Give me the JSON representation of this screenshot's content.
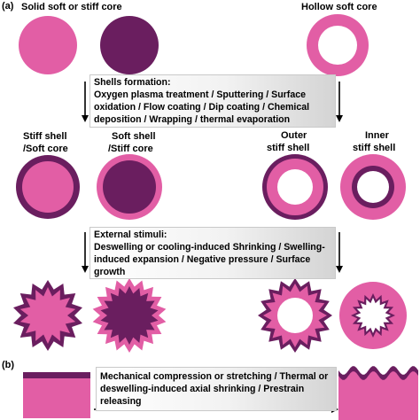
{
  "colors": {
    "soft": "#e25ea5",
    "stiff": "#6a1e5f",
    "white": "#ffffff",
    "arrow": "#000000"
  },
  "panel_a": {
    "label": "(a)",
    "top_left_label": "Solid soft or stiff core",
    "top_right_label": "Hollow soft core",
    "shells_formation": {
      "lines": [
        "Shells formation:",
        "Oxygen plasma treatment / Sputtering / Surface",
        "oxidation / Flow coating / Dip coating / Chemical",
        "deposition / Wrapping / thermal evaporation"
      ]
    },
    "core_labels": [
      {
        "line1": "Stiff shell",
        "line2": "/Soft core"
      },
      {
        "line1": "Soft shell",
        "line2": "/Stiff core"
      },
      {
        "line1": "Outer",
        "line2": "stiff shell"
      },
      {
        "line1": "Inner",
        "line2": "stiff shell"
      }
    ],
    "external_stimuli": {
      "lines": [
        "External stimuli:",
        "Deswelling or cooling-induced Shrinking / Swelling-",
        "induced expansion / Negative pressure / Surface",
        "growth"
      ]
    }
  },
  "panel_b": {
    "label": "(b)",
    "lines": [
      "Mechanical compression or stretching / Thermal or",
      "deswelling-induced  axial shrinking / Prestrain",
      "releasing"
    ]
  }
}
